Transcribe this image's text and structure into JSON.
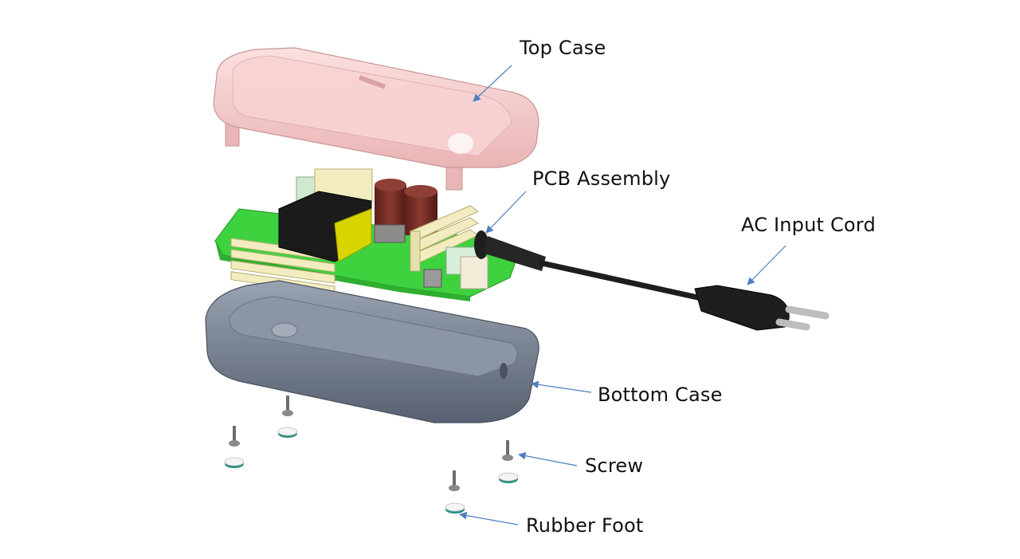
{
  "labels": {
    "top_case": "Top Case",
    "pcb_assembly": "PCB Assembly",
    "ac_input_cord": "AC Input Cord",
    "bottom_case": "Bottom Case",
    "screw": "Screw",
    "rubber_foot": "Rubber Foot"
  },
  "colors": {
    "top_case": "#f6c9c9",
    "pcb": "#3fd23f",
    "bottom_case": "#6f7889",
    "arrow": "#4f7fbf",
    "cord": "#1e1e1e",
    "capacitor": "#6e2a22",
    "transformer": "#d8d400",
    "heatsink": "#f2ecc0",
    "foot": "#2a8f80"
  }
}
